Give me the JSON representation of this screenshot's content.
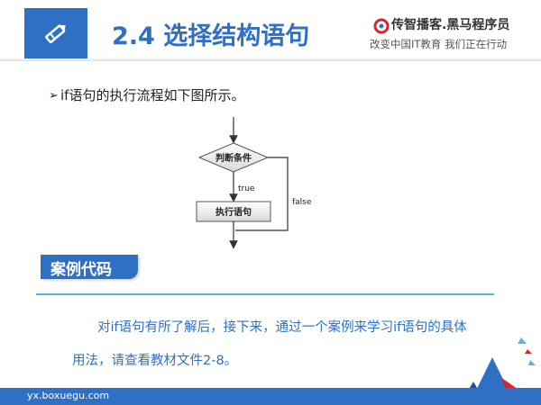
{
  "header": {
    "title": "2.4 选择结构语句",
    "brand_name": "传智播客.黑马程序员",
    "brand_slogan": "改变中国IT教育 我们正在行动",
    "edit_icon": "pencil-icon",
    "accent": "#2f6fc4"
  },
  "bullet": {
    "icon": "arrow-bullet-icon",
    "text": "if语句的执行流程如下图所示。"
  },
  "flowchart": {
    "decision": "判断条件",
    "action": "执行语句",
    "true_label": "true",
    "false_label": "false"
  },
  "section": {
    "tag": "案例代码",
    "line1": "对if语句有所了解后，接下来，通过一个案例来学习if语句的具体",
    "line2": "用法，请查看教材文件2-8。"
  },
  "footer": {
    "url": "yx.boxuegu.com"
  }
}
